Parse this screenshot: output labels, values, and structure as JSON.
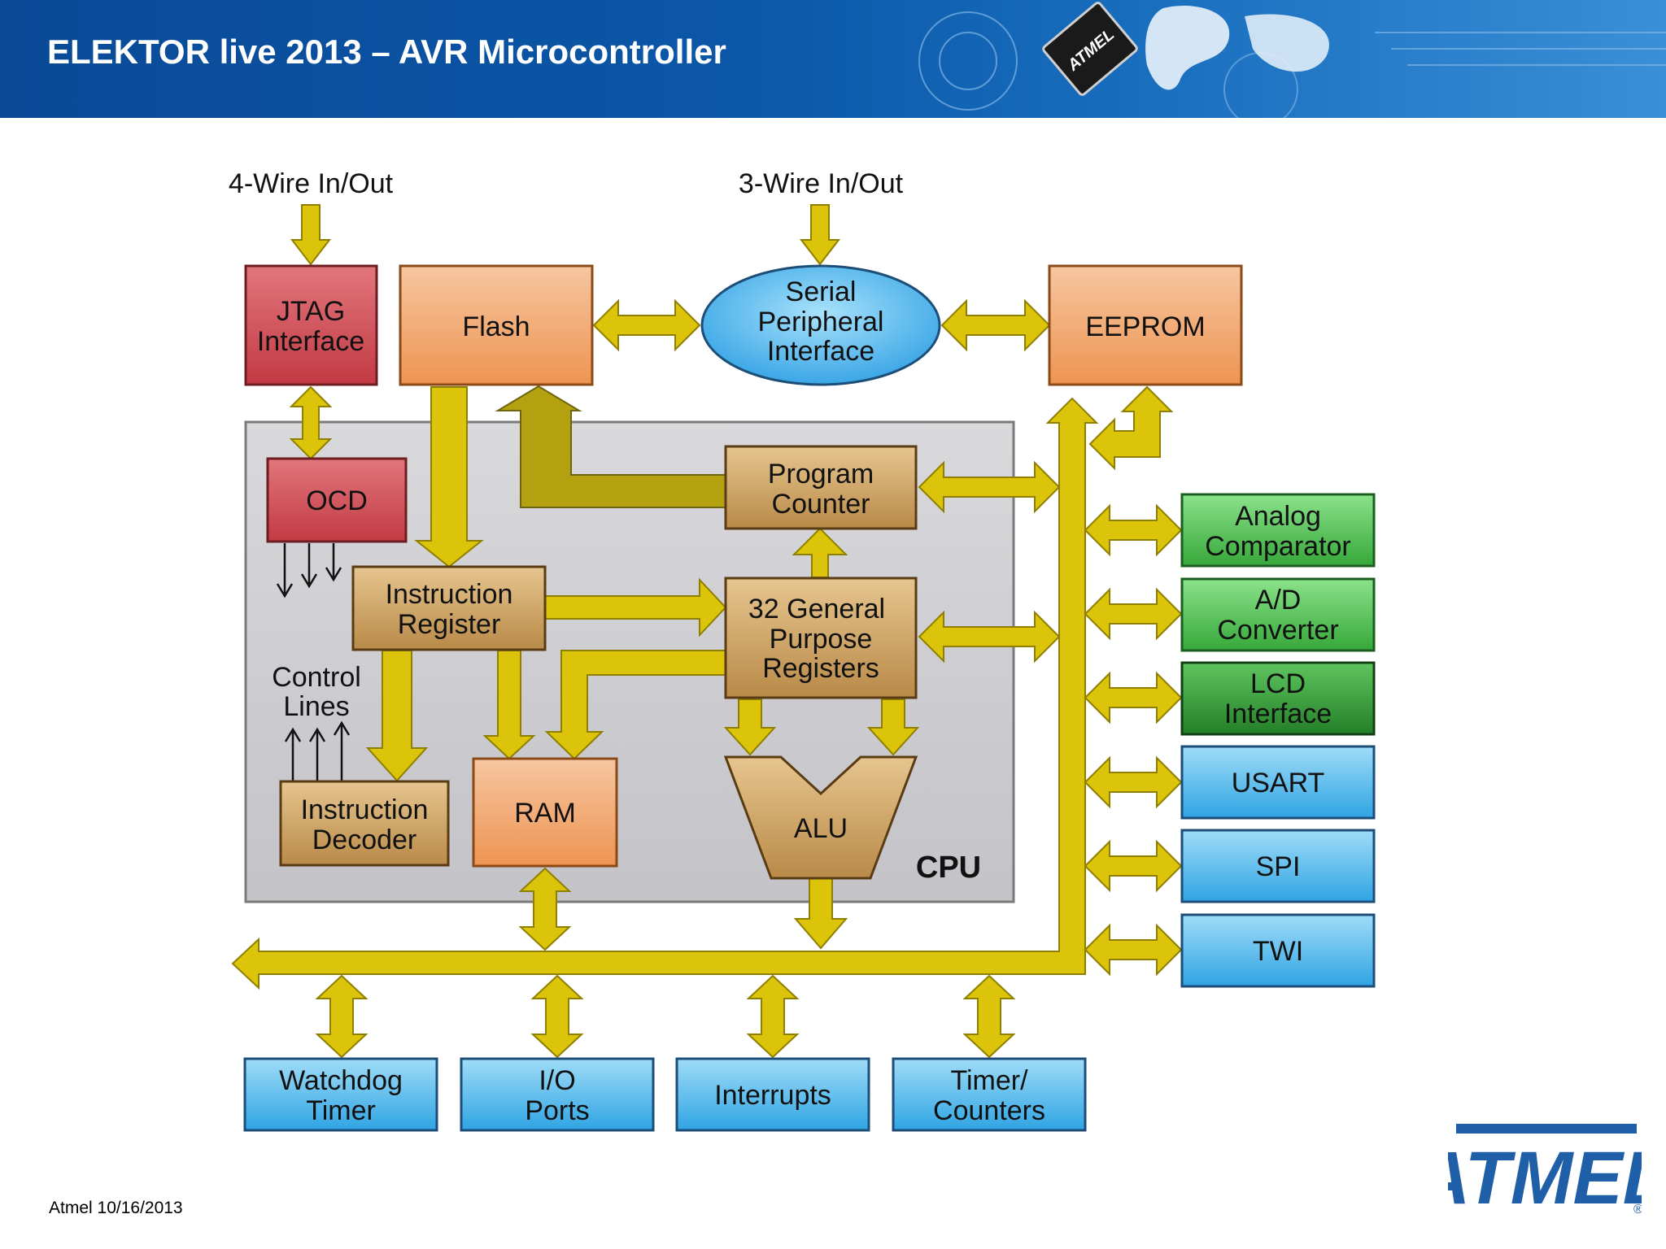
{
  "slide": {
    "title": "ELEKTOR live 2013 – AVR Microcontroller",
    "footer": "Atmel 10/16/2013",
    "logo_text": "ATMEL",
    "chip_marking": "ATMEL"
  },
  "diagram": {
    "inputs": {
      "four_wire": "4-Wire In/Out",
      "three_wire": "3-Wire In/Out"
    },
    "cpu_label": "CPU",
    "control_lines": [
      "Control",
      "Lines"
    ],
    "blocks": {
      "jtag": [
        "JTAG",
        "Interface"
      ],
      "flash": [
        "Flash"
      ],
      "spi_ellipse": [
        "Serial",
        "Peripheral",
        "Interface"
      ],
      "eeprom": [
        "EEPROM"
      ],
      "ocd": [
        "OCD"
      ],
      "program_counter": [
        "Program",
        "Counter"
      ],
      "instruction_register": [
        "Instruction",
        "Register"
      ],
      "gp_registers": [
        "32 General",
        "Purpose",
        "Registers"
      ],
      "instruction_decoder": [
        "Instruction",
        "Decoder"
      ],
      "ram": [
        "RAM"
      ],
      "alu": [
        "ALU"
      ],
      "analog_comparator": [
        "Analog",
        "Comparator"
      ],
      "adc": [
        "A/D",
        "Converter"
      ],
      "lcd": [
        "LCD",
        "Interface"
      ],
      "usart": [
        "USART"
      ],
      "spi": [
        "SPI"
      ],
      "twi": [
        "TWI"
      ],
      "watchdog": [
        "Watchdog",
        "Timer"
      ],
      "io_ports": [
        "I/O",
        "Ports"
      ],
      "interrupts": [
        "Interrupts"
      ],
      "timers": [
        "Timer/",
        "Counters"
      ]
    }
  },
  "colors": {
    "header_blue": "#0b57a8",
    "bus_yellow": "#dcc40a",
    "bus_dark": "#b3a110",
    "red_block": "#c8444e",
    "orange_block": "#ee9a5a",
    "tan_block": "#c5975a",
    "green_block": "#4fc050",
    "blue_block": "#3fb0e8",
    "cpu_gray": "#cfcfd3",
    "logo_blue": "#1f5fa8"
  }
}
